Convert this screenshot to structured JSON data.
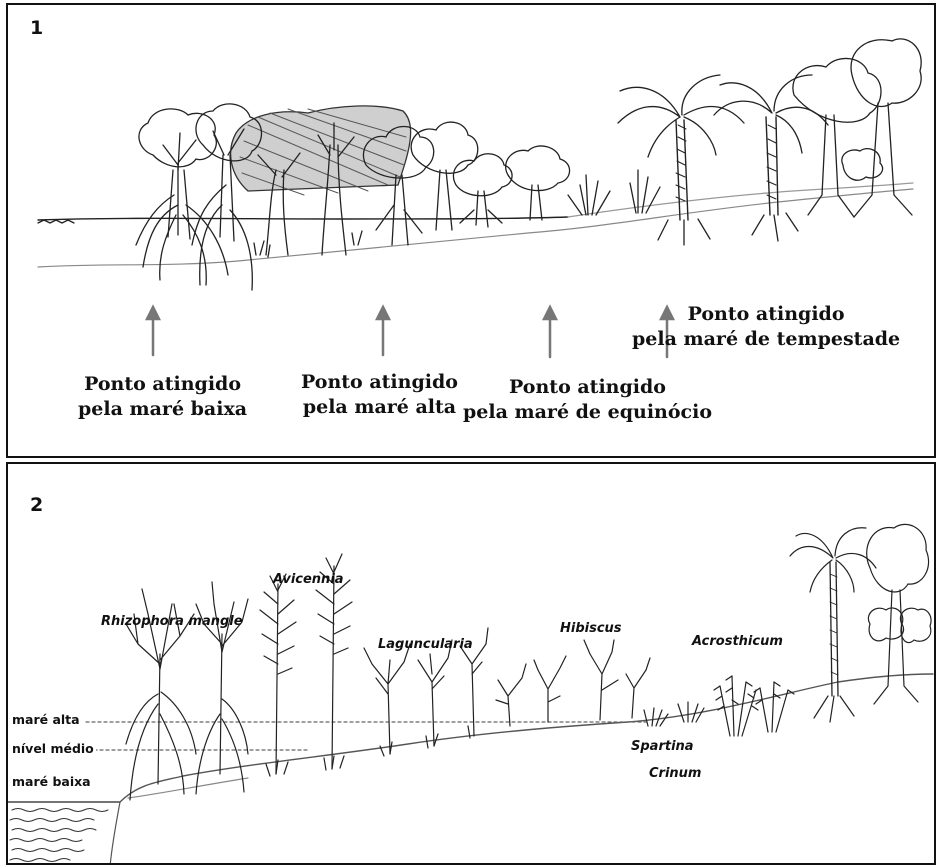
{
  "panel1": {
    "number": "1",
    "captions": [
      {
        "line1": "Ponto atingido",
        "line2": "pela maré baixa"
      },
      {
        "line1": "Ponto atingido",
        "line2": "pela maré alta"
      },
      {
        "line1": "Ponto atingido",
        "line2": "pela maré de equinócio"
      },
      {
        "line1": "Ponto atingido",
        "line2": "pela maré de tempestade"
      }
    ]
  },
  "panel2": {
    "number": "2",
    "levels": {
      "high": "maré alta",
      "mid": "nível médio",
      "low": "maré baixa"
    },
    "species": {
      "rhizophora": "Rhizophora mangle",
      "avicennia": "Avicennia",
      "laguncularia": "Laguncularia",
      "hibiscus": "Hibiscus",
      "acrosthicum": "Acrosthicum",
      "spartina": "Spartina",
      "crinum": "Crinum"
    }
  }
}
